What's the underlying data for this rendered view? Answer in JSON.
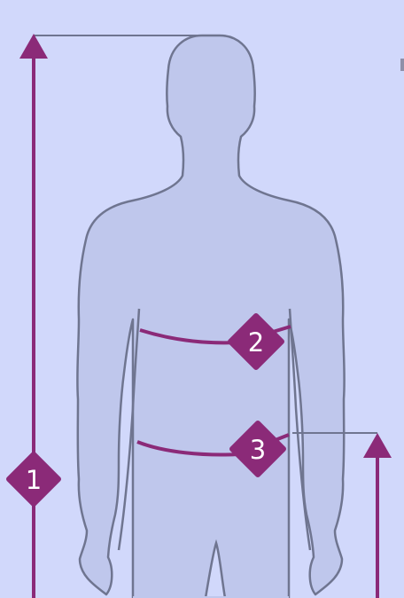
{
  "colors": {
    "background": "#d1d8fb",
    "body_fill": "#bfc7ec",
    "body_outline": "#6f7590",
    "accent": "#8b2a78",
    "guide_line": "#6f7590"
  },
  "markers": {
    "height": "1",
    "chest": "2",
    "waist": "3"
  },
  "icons": {
    "figure": "human-silhouette-front",
    "arrow": "arrow-up"
  }
}
